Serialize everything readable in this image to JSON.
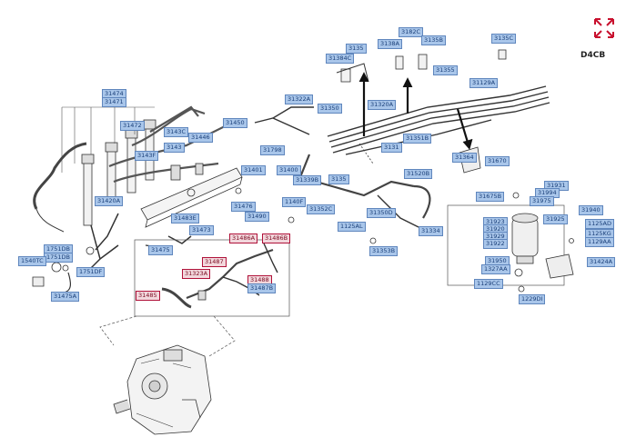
{
  "engine_code": "D4CB",
  "icons": {
    "expand": "expand-arrows-icon"
  },
  "colors": {
    "label_bg": "#a9c6ea",
    "label_border": "#5f86bd",
    "highlight_border": "#b0123a",
    "icon_red": "#c8102e"
  },
  "labels": [
    {
      "id": "l1",
      "text": "3182C",
      "hl": false
    },
    {
      "id": "l2",
      "text": "3135B",
      "hl": false
    },
    {
      "id": "l3",
      "text": "3135C",
      "hl": false
    },
    {
      "id": "l4",
      "text": "3138A",
      "hl": false
    },
    {
      "id": "l5",
      "text": "3135",
      "hl": false
    },
    {
      "id": "l6",
      "text": "31384C",
      "hl": false
    },
    {
      "id": "l7",
      "text": "31355",
      "hl": false
    },
    {
      "id": "l8",
      "text": "31129A",
      "hl": false
    },
    {
      "id": "l9",
      "text": "31474",
      "hl": false
    },
    {
      "id": "l10",
      "text": "31471",
      "hl": false
    },
    {
      "id": "l11",
      "text": "31322A",
      "hl": false
    },
    {
      "id": "l12",
      "text": "31320A",
      "hl": false
    },
    {
      "id": "l13",
      "text": "31350",
      "hl": false
    },
    {
      "id": "l14",
      "text": "31450",
      "hl": false
    },
    {
      "id": "l15",
      "text": "31472",
      "hl": false
    },
    {
      "id": "l16",
      "text": "31351B",
      "hl": false
    },
    {
      "id": "l17",
      "text": "3131",
      "hl": false
    },
    {
      "id": "l18",
      "text": "3143C",
      "hl": false
    },
    {
      "id": "l19",
      "text": "31446",
      "hl": false
    },
    {
      "id": "l20",
      "text": "3143",
      "hl": false
    },
    {
      "id": "l21",
      "text": "3143F",
      "hl": false
    },
    {
      "id": "l22",
      "text": "31798",
      "hl": false
    },
    {
      "id": "l23",
      "text": "31364",
      "hl": false
    },
    {
      "id": "l24",
      "text": "31670",
      "hl": false
    },
    {
      "id": "l25",
      "text": "31401",
      "hl": false
    },
    {
      "id": "l26",
      "text": "31400",
      "hl": false
    },
    {
      "id": "l27",
      "text": "31339B",
      "hl": false
    },
    {
      "id": "l28",
      "text": "3135",
      "hl": false
    },
    {
      "id": "l29",
      "text": "31520B",
      "hl": false
    },
    {
      "id": "l30",
      "text": "31420A",
      "hl": false
    },
    {
      "id": "l31",
      "text": "31476",
      "hl": false
    },
    {
      "id": "l32",
      "text": "1140F",
      "hl": false
    },
    {
      "id": "l33",
      "text": "31352C",
      "hl": false
    },
    {
      "id": "l34",
      "text": "31675B",
      "hl": false
    },
    {
      "id": "l35",
      "text": "31931",
      "hl": false
    },
    {
      "id": "l36",
      "text": "31994",
      "hl": false
    },
    {
      "id": "l37",
      "text": "31975",
      "hl": false
    },
    {
      "id": "l38",
      "text": "31940",
      "hl": false
    },
    {
      "id": "l39",
      "text": "31483E",
      "hl": false
    },
    {
      "id": "l40",
      "text": "31490",
      "hl": false
    },
    {
      "id": "l41",
      "text": "31350D",
      "hl": false
    },
    {
      "id": "l42",
      "text": "31923",
      "hl": false
    },
    {
      "id": "l43",
      "text": "31925",
      "hl": false
    },
    {
      "id": "l44",
      "text": "1125AD",
      "hl": false
    },
    {
      "id": "l45",
      "text": "31473",
      "hl": false
    },
    {
      "id": "l46",
      "text": "31920",
      "hl": false
    },
    {
      "id": "l47",
      "text": "1125AL",
      "hl": false
    },
    {
      "id": "l48",
      "text": "31334",
      "hl": false
    },
    {
      "id": "l49",
      "text": "31929",
      "hl": false
    },
    {
      "id": "l50",
      "text": "1125KG",
      "hl": false
    },
    {
      "id": "l51",
      "text": "31475",
      "hl": false
    },
    {
      "id": "l52",
      "text": "31922",
      "hl": false
    },
    {
      "id": "l53",
      "text": "1129AA",
      "hl": false
    },
    {
      "id": "l54",
      "text": "1751DB",
      "hl": false
    },
    {
      "id": "l55",
      "text": "31486A",
      "hl": true
    },
    {
      "id": "l56",
      "text": "31486B",
      "hl": true
    },
    {
      "id": "l57",
      "text": "31353B",
      "hl": false
    },
    {
      "id": "l58",
      "text": "1751DB",
      "hl": false
    },
    {
      "id": "l59",
      "text": "1540TC",
      "hl": false
    },
    {
      "id": "l60",
      "text": "1751DF",
      "hl": false
    },
    {
      "id": "l61",
      "text": "31487",
      "hl": true
    },
    {
      "id": "l62",
      "text": "31950",
      "hl": false
    },
    {
      "id": "l63",
      "text": "31424A",
      "hl": false
    },
    {
      "id": "l64",
      "text": "31323A",
      "hl": true
    },
    {
      "id": "l65",
      "text": "1327AA",
      "hl": false
    },
    {
      "id": "l66",
      "text": "31488",
      "hl": true
    },
    {
      "id": "l67",
      "text": "31487B",
      "hl": false
    },
    {
      "id": "l68",
      "text": "1129CC",
      "hl": false
    },
    {
      "id": "l69",
      "text": "31475A",
      "hl": false
    },
    {
      "id": "l70",
      "text": "31485",
      "hl": true
    },
    {
      "id": "l71",
      "text": "1229DI",
      "hl": false
    }
  ]
}
